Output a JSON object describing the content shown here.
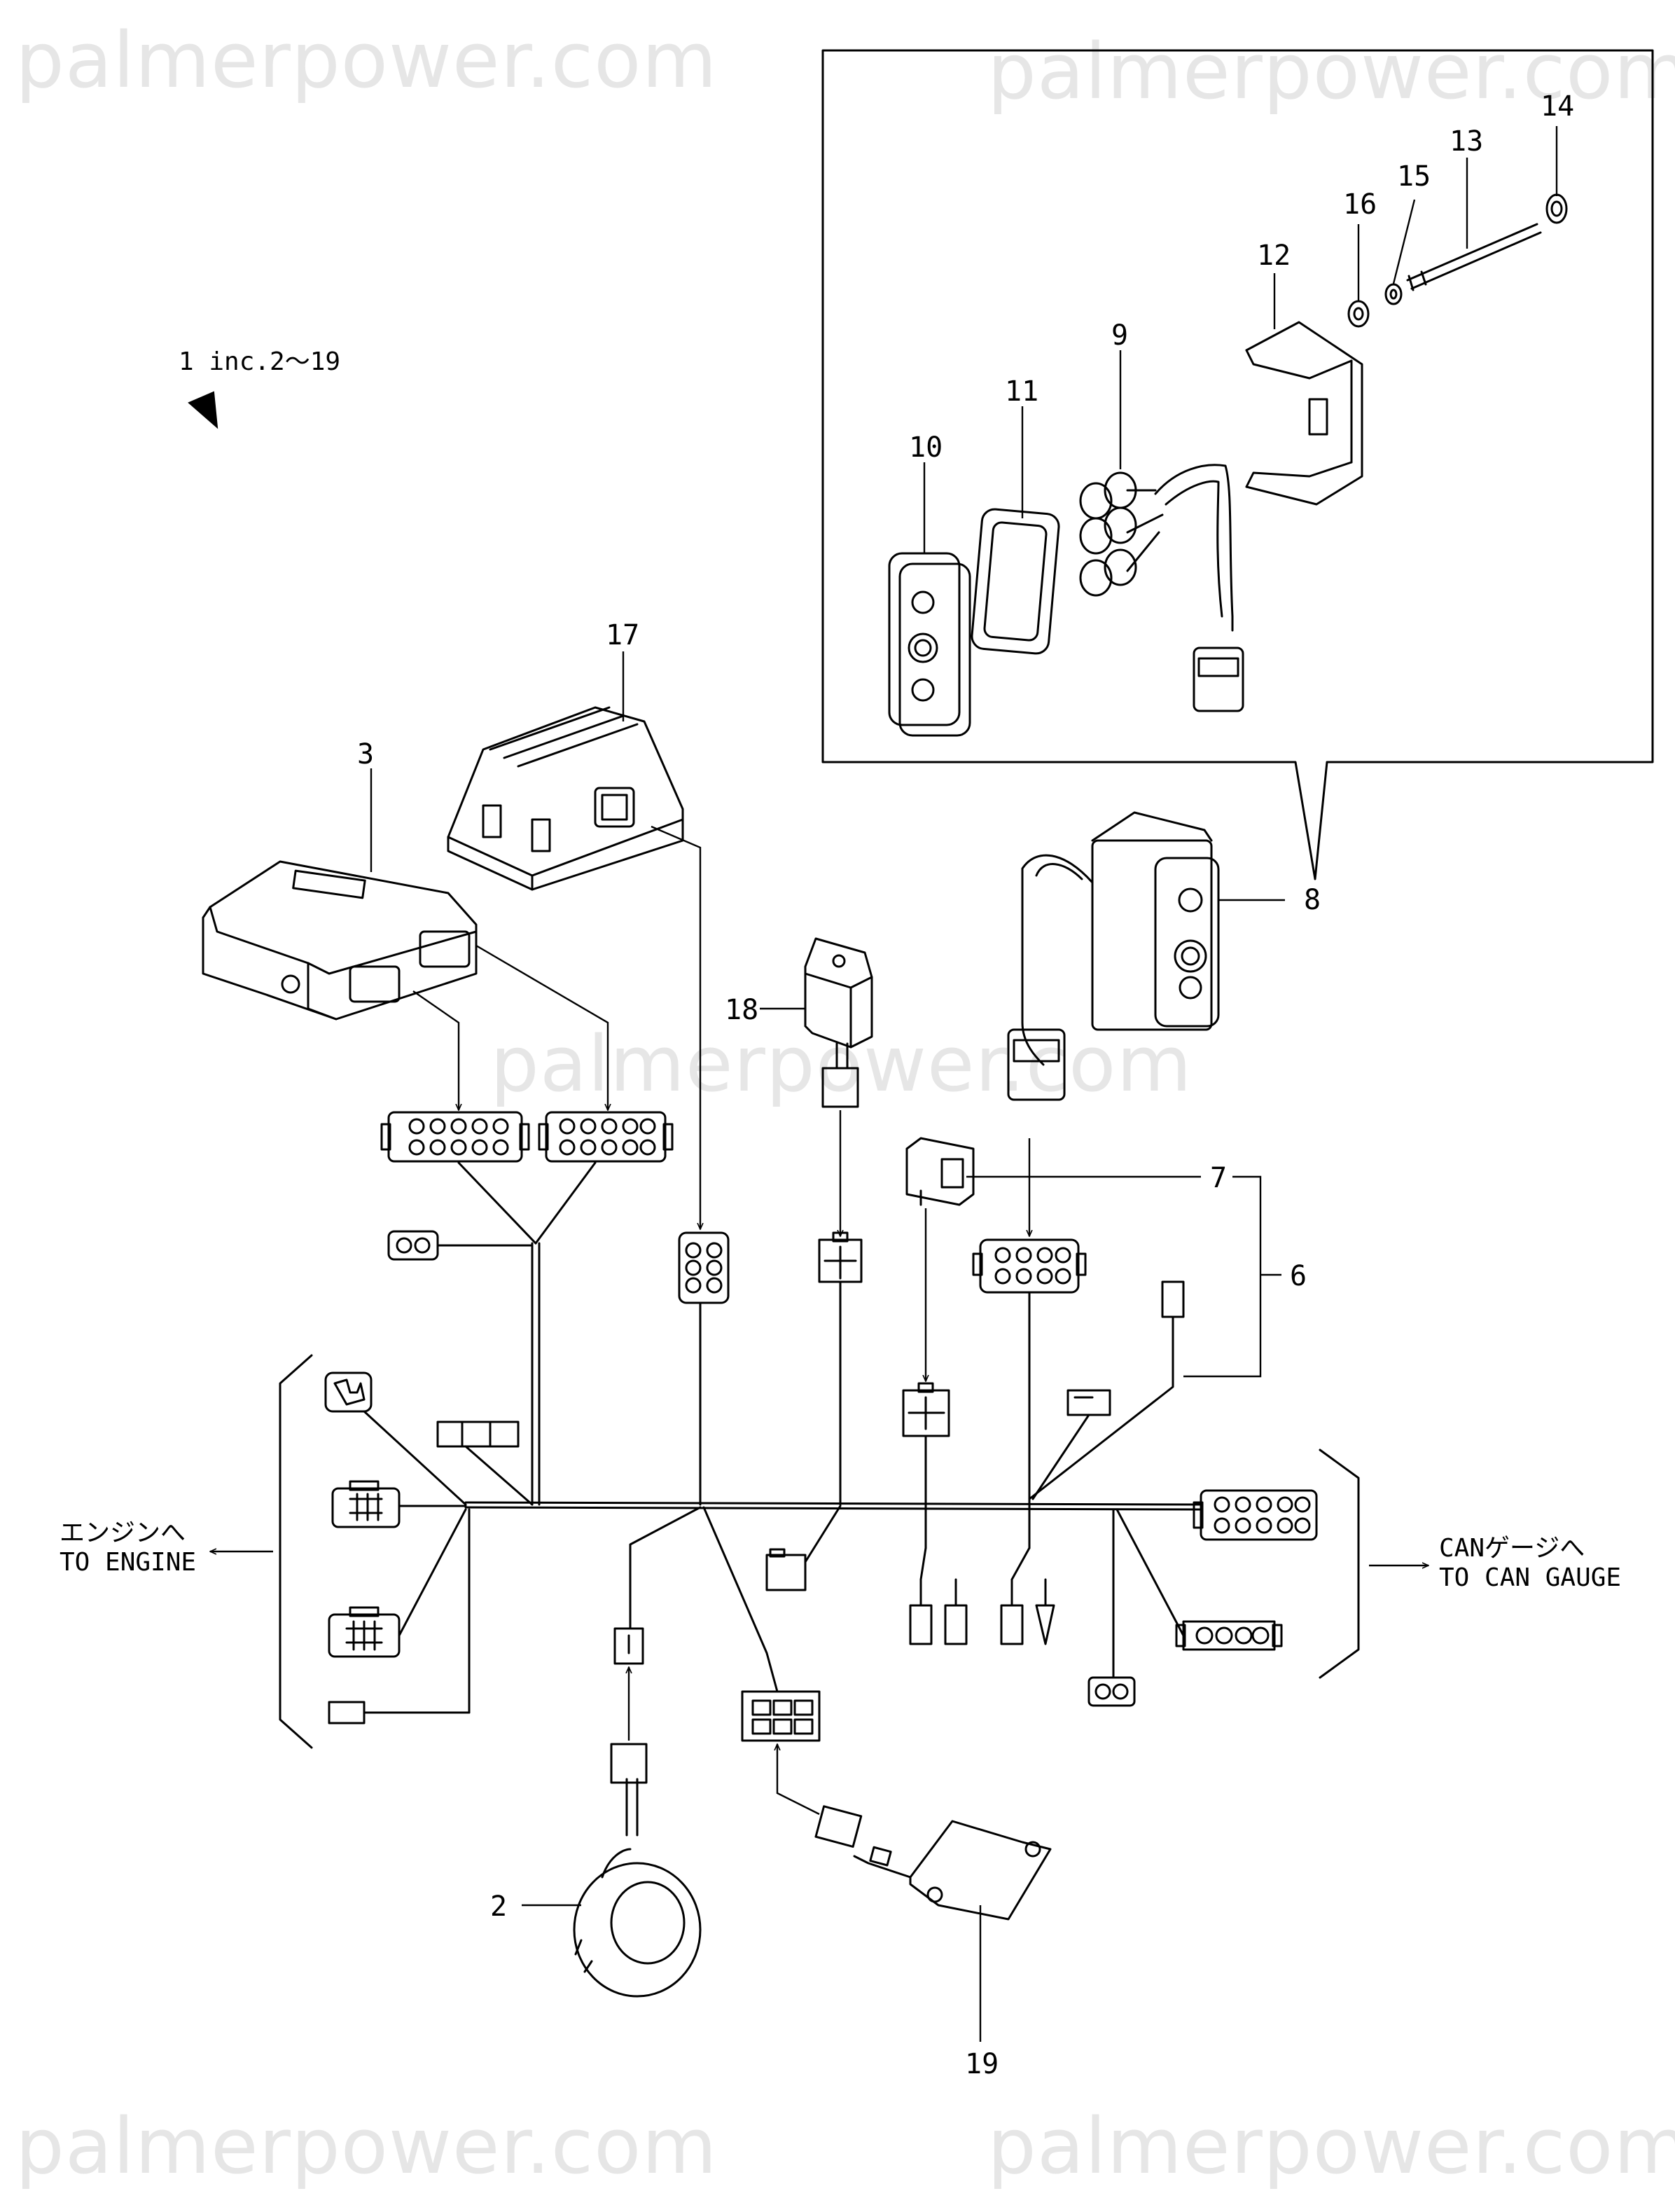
{
  "watermark": "palmerpower.com",
  "assembly_note": "1 inc.2～19",
  "parts": [
    {
      "num": "2"
    },
    {
      "num": "3"
    },
    {
      "num": "6"
    },
    {
      "num": "7"
    },
    {
      "num": "8"
    },
    {
      "num": "9"
    },
    {
      "num": "10"
    },
    {
      "num": "11"
    },
    {
      "num": "12"
    },
    {
      "num": "13"
    },
    {
      "num": "14"
    },
    {
      "num": "15"
    },
    {
      "num": "16"
    },
    {
      "num": "17"
    },
    {
      "num": "18"
    },
    {
      "num": "19"
    }
  ],
  "to_engine": {
    "jp": "エンジンへ",
    "en": "TO ENGINE"
  },
  "to_can": {
    "jp": "CANゲージへ",
    "en": "TO CAN GAUGE"
  }
}
